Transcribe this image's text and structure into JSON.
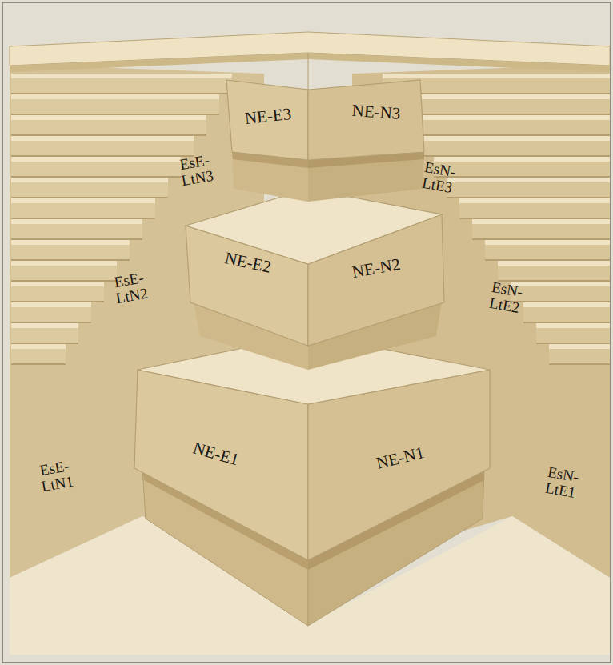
{
  "diagram": {
    "labels": [
      "NE-E3",
      "NE-N3",
      "EsE- LtN3",
      "EsN- LtE3",
      "NE-E2",
      "NE-N2",
      "EsE- LtN2",
      "EsN- LtE2",
      "EsE- LtN1",
      "NE-E1",
      "NE-N1",
      "EsN- LtE1"
    ]
  }
}
